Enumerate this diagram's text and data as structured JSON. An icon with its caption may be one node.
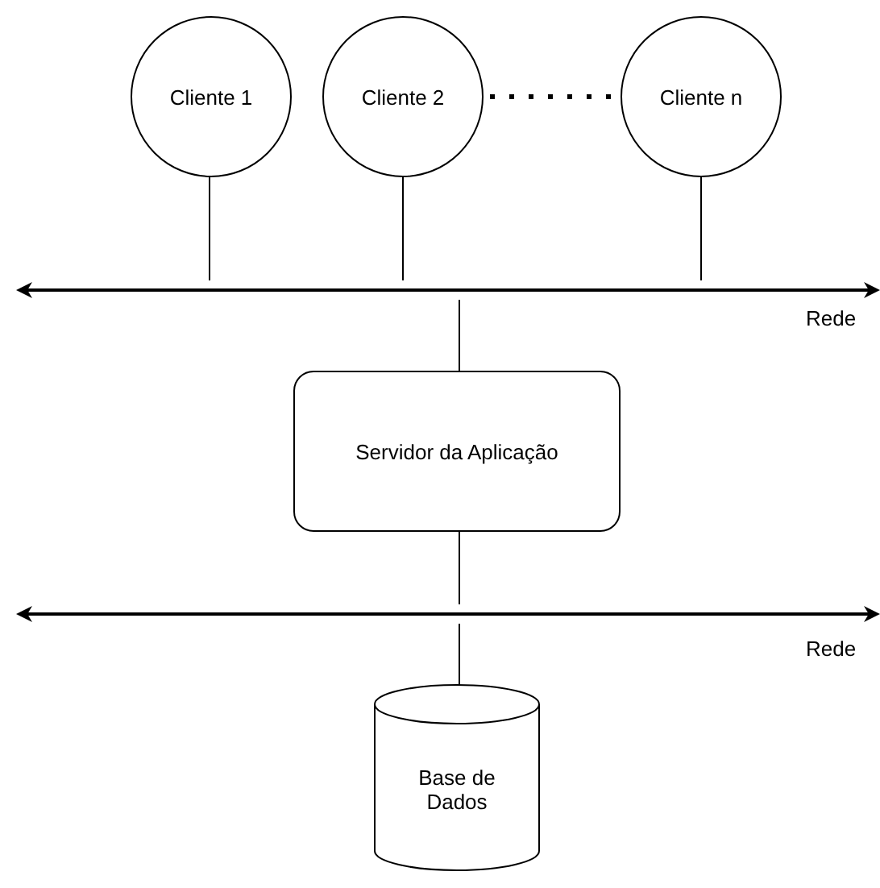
{
  "diagram": {
    "nodes": [
      {
        "text": [
          "Cliente 1"
        ]
      },
      {
        "text": [
          "Cliente 2"
        ]
      },
      {
        "text": [
          "Cliente n"
        ]
      },
      {
        "text": [],
        "shape": "bar",
        "beside": [
          "Rede"
        ]
      },
      {
        "text": [
          "Servidor da Aplicação"
        ]
      },
      {
        "text": [],
        "shape": "bar",
        "beside": [
          "Rede"
        ]
      },
      {
        "text": [
          "Base de Dados"
        ]
      }
    ],
    "edges": [
      {
        "from": 0,
        "to": 3,
        "arrow": "none"
      },
      {
        "from": 1,
        "to": 3,
        "arrow": "none"
      },
      {
        "from": 1,
        "to": 2,
        "arrow": "none",
        "style": "dashed"
      },
      {
        "from": 2,
        "to": 3,
        "arrow": "none"
      },
      {
        "from": 3,
        "to": 4,
        "arrow": "none"
      },
      {
        "from": 4,
        "to": 5,
        "arrow": "none"
      },
      {
        "from": 5,
        "to": 6,
        "arrow": "none"
      }
    ]
  }
}
